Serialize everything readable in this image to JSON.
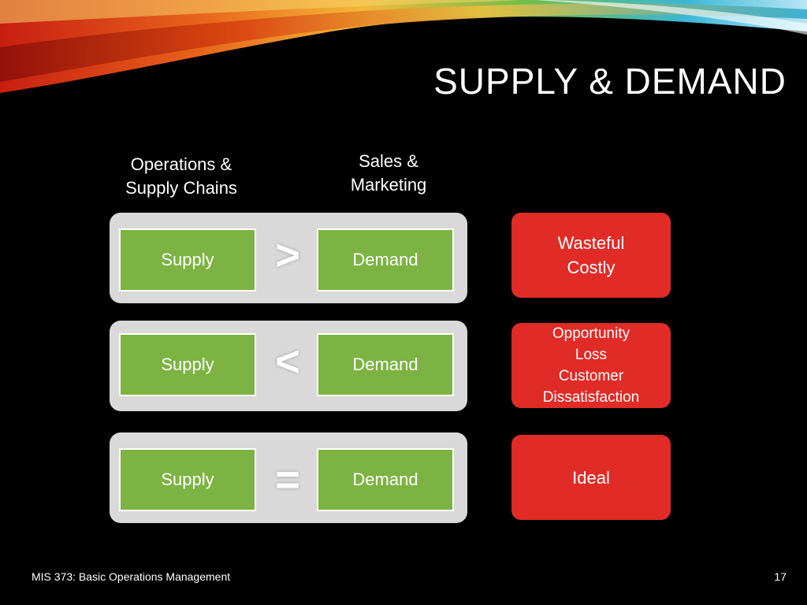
{
  "slide": {
    "title": "SUPPLY & DEMAND",
    "header_ops": "Operations &\nSupply Chains",
    "header_sales": "Sales &\nMarketing",
    "rows": [
      {
        "left": "Supply",
        "symbol": ">",
        "right": "Demand",
        "outcome": "Wasteful\nCostly"
      },
      {
        "left": "Supply",
        "symbol": "<",
        "right": "Demand",
        "outcome": "Opportunity\nLoss\nCustomer\nDissatisfaction"
      },
      {
        "left": "Supply",
        "symbol": "=",
        "right": "Demand",
        "outcome": "Ideal"
      }
    ],
    "footer_text": "MIS 373: Basic Operations Management",
    "page_number": "17"
  },
  "colors": {
    "background": "#000000",
    "row_background": "#d9d9d9",
    "box_green": "#7cb342",
    "outcome_red": "#e02b27"
  }
}
